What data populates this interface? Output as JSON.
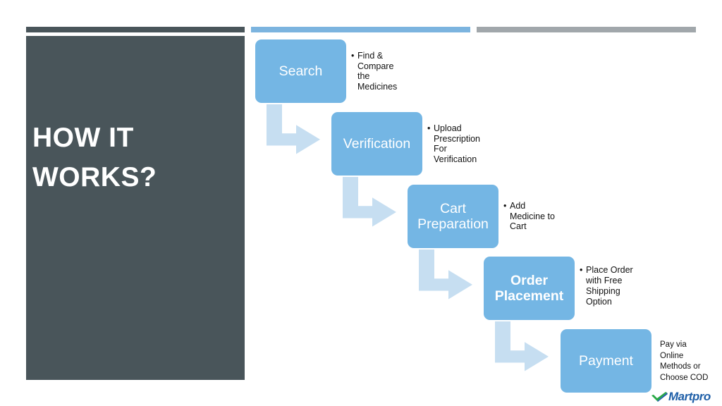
{
  "title": {
    "line1": "HOW IT",
    "line2": "WORKS?"
  },
  "steps": [
    {
      "name_lines": [
        "Search"
      ],
      "bullet": "•",
      "desc_lines": [
        "Find &",
        "Compare",
        "the",
        "Medicines"
      ]
    },
    {
      "name_lines": [
        "Verification"
      ],
      "bullet": "•",
      "desc_lines": [
        "Upload",
        "Prescription",
        "For",
        "Verification"
      ]
    },
    {
      "name_lines": [
        "Cart",
        "Preparation"
      ],
      "bullet": "•",
      "desc_lines": [
        "Add",
        "Medicine to",
        "Cart"
      ]
    },
    {
      "name_lines": [
        "Order",
        "Placement"
      ],
      "bullet": "•",
      "desc_lines": [
        "Place Order",
        "with Free",
        "Shipping",
        "Option"
      ]
    },
    {
      "name_lines": [
        "Payment"
      ],
      "bullet": "",
      "desc_lines": [
        "Pay via",
        "Online",
        "Methods or",
        "Choose COD"
      ]
    }
  ],
  "logo": {
    "text": "Martpro",
    "mark_icon": "martpro-check-icon"
  },
  "colors": {
    "dark_panel": "#49555a",
    "accent_blue": "#7cb4df",
    "step_blue": "#74b6e4",
    "arrow_light": "#c6def1",
    "gray_bar": "#a1a7ab",
    "logo_blue": "#1f5fa8",
    "logo_green": "#27a844"
  }
}
